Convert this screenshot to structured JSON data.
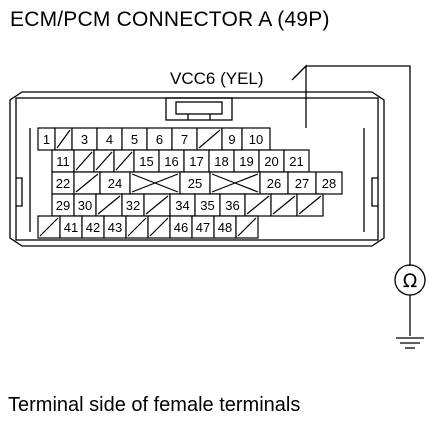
{
  "title": "ECM/PCM CONNECTOR A (49P)",
  "caption": "Terminal side of female terminals",
  "probe_label": "VCC6 (YEL)",
  "meter_symbol": "Ω",
  "connector": {
    "rows": [
      [
        {
          "t": "1"
        },
        {
          "t": "/"
        },
        {
          "t": "3"
        },
        {
          "t": "4"
        },
        {
          "t": "5"
        },
        {
          "t": "6"
        },
        {
          "t": "7"
        },
        {
          "t": "/"
        },
        {
          "t": "9"
        },
        {
          "t": "10"
        }
      ],
      [
        {
          "t": "11"
        },
        {
          "t": "/"
        },
        {
          "t": "/"
        },
        {
          "t": "/"
        },
        {
          "t": "15"
        },
        {
          "t": "16"
        },
        {
          "t": "17"
        },
        {
          "t": "18"
        },
        {
          "t": "19"
        },
        {
          "t": "20"
        },
        {
          "t": "21"
        }
      ],
      [
        {
          "t": "22"
        },
        {
          "t": "/"
        },
        {
          "t": "24"
        },
        {
          "t": "X"
        },
        {
          "t": "25"
        },
        {
          "t": "X"
        },
        {
          "t": "26"
        },
        {
          "t": "27"
        },
        {
          "t": "28"
        }
      ],
      [
        {
          "t": "29"
        },
        {
          "t": "30"
        },
        {
          "t": "/"
        },
        {
          "t": "32"
        },
        {
          "t": "/"
        },
        {
          "t": "34"
        },
        {
          "t": "35"
        },
        {
          "t": "36"
        },
        {
          "t": "/"
        },
        {
          "t": "/"
        },
        {
          "t": "/"
        }
      ],
      [
        {
          "t": "/"
        },
        {
          "t": "41"
        },
        {
          "t": "42"
        },
        {
          "t": "43"
        },
        {
          "t": "/"
        },
        {
          "t": "/"
        },
        {
          "t": "46"
        },
        {
          "t": "47"
        },
        {
          "t": "48"
        },
        {
          "t": "/"
        }
      ]
    ]
  }
}
